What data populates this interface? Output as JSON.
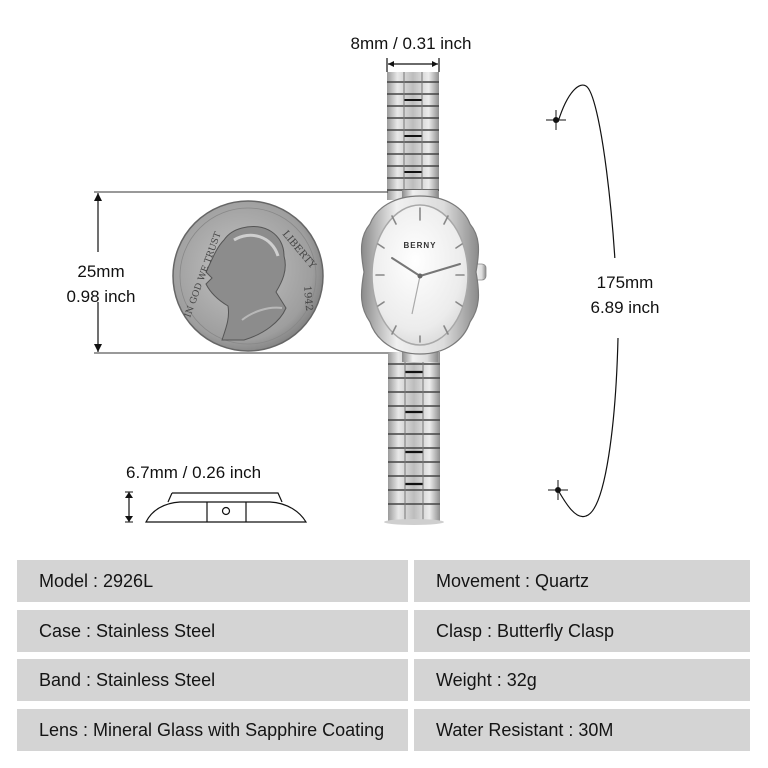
{
  "dimensions": {
    "band_width": "8mm / 0.31 inch",
    "case_diameter_mm": "25mm",
    "case_diameter_in": "0.98 inch",
    "band_length_mm": "175mm",
    "band_length_in": "6.89 inch",
    "case_thickness": "6.7mm / 0.26 inch"
  },
  "watch": {
    "brand": "BERNY"
  },
  "coin": {
    "top_text": "LIBERTY",
    "year": "1942",
    "motto": "IN GOD WE TRUST"
  },
  "specs": {
    "left": [
      {
        "label": "Model : 2926L"
      },
      {
        "label": "Case : Stainless Steel"
      },
      {
        "label": "Band : Stainless Steel"
      },
      {
        "label": "Lens : Mineral Glass with Sapphire Coating"
      }
    ],
    "right": [
      {
        "label": "Movement : Quartz"
      },
      {
        "label": "Clasp : Butterfly Clasp"
      },
      {
        "label": "Weight : 32g"
      },
      {
        "label": "Water Resistant : 30M"
      }
    ]
  },
  "colors": {
    "row_bg": "#d4d4d4",
    "text": "#141414",
    "steel": "#c8c8c8"
  }
}
